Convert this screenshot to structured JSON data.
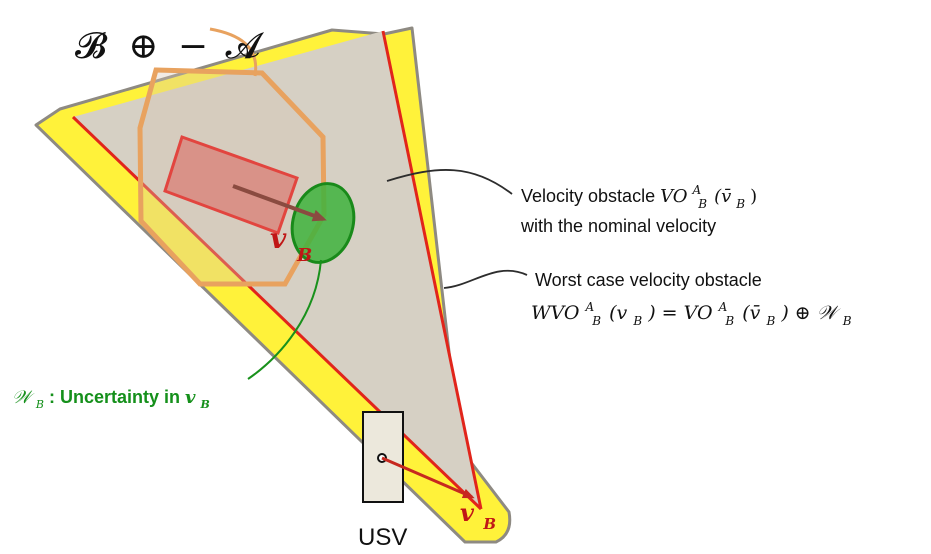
{
  "diagram": {
    "top_label": {
      "part1": "𝓑",
      "part2": "⊕",
      "part3": "−",
      "part4": "𝓐"
    },
    "velocity_obstacle": {
      "line1_text": "Velocity obstacle ",
      "line1_math_vo": "VO",
      "line1_math_sup": "A",
      "line1_math_sub": "B",
      "line1_math_arg": "(v̄",
      "line1_math_arg_sub": "B",
      "line1_math_close": ")",
      "line2_text": "with the nominal velocity"
    },
    "worst_case": {
      "line1_text": "Worst case velocity obstacle",
      "line2_wvo": "WVO",
      "line2_sup1": "A",
      "line2_sub1": "B",
      "line2_arg1": "(v",
      "line2_arg1_sub": "B",
      "line2_eq": ") = VO",
      "line2_sup2": "A",
      "line2_sub2": "B",
      "line2_arg2": "(v̄",
      "line2_arg2_sub": "B",
      "line2_oplus": ") ⊕ 𝒲",
      "line2_w_sub": "B"
    },
    "uncertainty_label": {
      "w_symbol": "𝒲",
      "w_sub": "B",
      "text": " : Uncertainty in ",
      "v_symbol": "v",
      "v_sub": "B"
    },
    "velocity_label_left": {
      "v": "v",
      "sub": "B"
    },
    "velocity_label_bottom": {
      "v": "v",
      "sub": "B"
    },
    "usv_label": "USV",
    "colors": {
      "cone_fill": "#d6d0c4",
      "yellow_band": "#fff23a",
      "red_edge": "#e1251b",
      "octagon": "#e8a25f",
      "rect_fill": "#d98c82",
      "rect_stroke": "#e2453f",
      "ellipse_fill": "#3eb33d",
      "ellipse_stroke": "#198a1a",
      "uncertainty_text": "#15901b",
      "velocity_red": "#c01616"
    }
  }
}
